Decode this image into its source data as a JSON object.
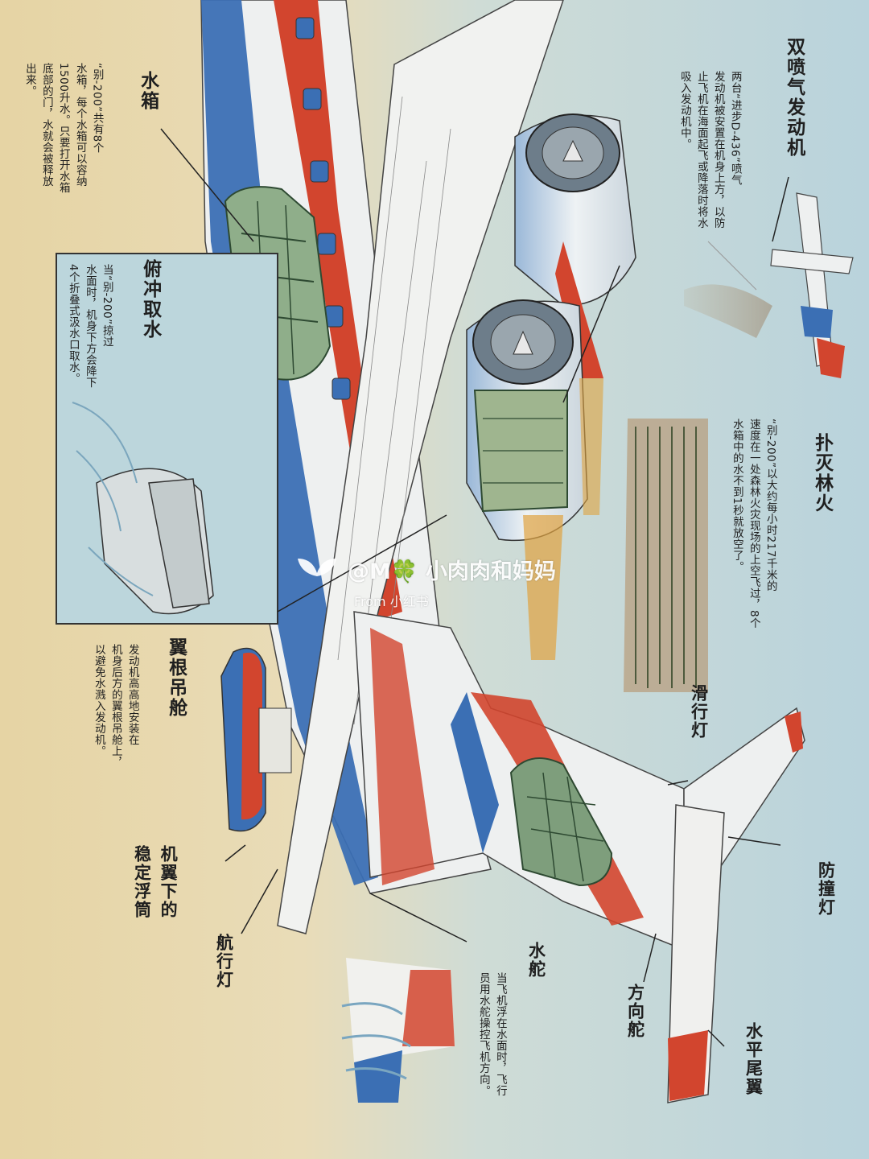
{
  "sections": {
    "twin_jet": {
      "title": "双喷气发动机",
      "body": [
        "两台“进步D-436”喷气",
        "发动机被安置在机身上方，以防",
        "止飞机在海面起飞或降落时将水",
        "吸入发动机中。"
      ]
    },
    "firefight": {
      "title": "扑灭林火",
      "body": [
        "“别-200”以大约每小时217千米的",
        "速度在一处森林火灾现场的上空飞过，8个",
        "水箱中的水不到1秒就放空了。"
      ]
    },
    "water_tank": {
      "title": "水箱",
      "body": [
        "“别-200”共有8个",
        "水箱，每个水箱可以容纳",
        "1500升水。只要打开水箱",
        "底部的门，水就会被释放",
        "出来。"
      ]
    },
    "scoop": {
      "title": "俯冲取水",
      "body": [
        "当“别-200”掠过",
        "水面时，机身下方会降下",
        "4个折叠式汲水口取水。"
      ]
    },
    "nacelle": {
      "title": "翼根吊舱",
      "body": [
        "发动机高高地安装在",
        "机身后方的翼根吊舱上，",
        "以避免水溅入发动机。"
      ]
    },
    "rudder_water": {
      "title": "水舵",
      "body": [
        "当飞机浮在水面时，飞行",
        "员用水舵操控飞机方向。"
      ]
    }
  },
  "labels": {
    "float": [
      "机翼下的",
      "稳定浮筒"
    ],
    "nav_light": "航行灯",
    "taxi_light": "滑行灯",
    "anti_collision": "防撞灯",
    "rudder": "方向舵",
    "h_stab": "水平尾翼"
  },
  "watermark": {
    "handle": "@M🍀 小肉肉和妈妈",
    "source": "From 小红书"
  },
  "colors": {
    "sky": "#bcd6dc",
    "paper": "#e8d6a8",
    "fuselage_blue": "#3b6fb4",
    "fuselage_red": "#d2452e",
    "hull_white": "#eef0f0",
    "tank_green": "#8fae8a",
    "text": "#1f1f1f"
  }
}
